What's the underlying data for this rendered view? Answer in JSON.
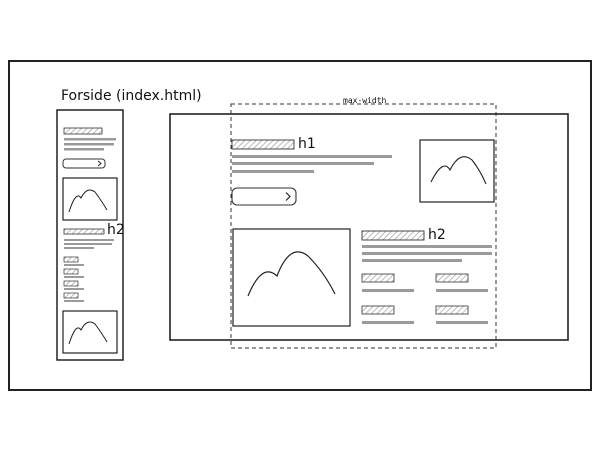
{
  "frame": {
    "title": "Forside (index.html)",
    "max_width_label": "max-width"
  },
  "desktop": {
    "h1_label": "h1",
    "h2_label": "h2",
    "button_icon": "chevron-right-icon"
  },
  "mobile": {
    "h2_label": "h2",
    "button_icon": "chevron-right-icon"
  },
  "colors": {
    "ink": "#111111",
    "line_gray": "#9a9a9a",
    "hatch": "#cfcfcf"
  }
}
